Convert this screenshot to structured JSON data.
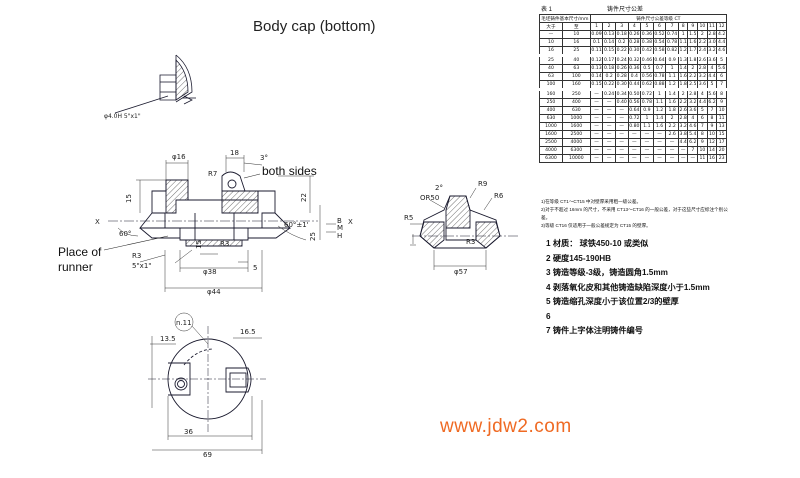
{
  "title": "Body cap (bottom)",
  "callouts": {
    "both_sides": "both sides",
    "place_of_runner": "Place of\nrunner"
  },
  "dims": {
    "phi16": "φ16",
    "d18": "18",
    "deg3": "3°",
    "r7": "R7",
    "d15": "15",
    "d22": "22",
    "x_left": "X",
    "deg60": "60°",
    "r3a": "R3",
    "thread": "5\"x1\"",
    "d15b": "15",
    "r3b": "R3",
    "phi38": "φ38",
    "phi44": "φ44",
    "d5": "5",
    "deg60b": "60°±1'",
    "d25": "25",
    "b_label": "B",
    "m_label": "M",
    "h_label": "H",
    "x_right": "X",
    "top_thread": "φ4.0H 5\"x1\"",
    "n11": "n.11",
    "d13_5": "13.5",
    "d16_5": "16.5",
    "d36": "36",
    "d69": "69",
    "r_side": "R9",
    "r6": "R6",
    "r50": "OR50",
    "r5": "R5",
    "deg2": "2°",
    "r3c": "R3",
    "phi57": "φ57"
  },
  "table": {
    "label": "表 1",
    "caption": "铸件尺寸公差",
    "header_left": "毛坯铸件基本尺寸/mm",
    "header_right": "铸件尺寸公差等级 CT",
    "sub_headers": [
      "大于",
      "至",
      "1",
      "2",
      "3",
      "4",
      "5",
      "6",
      "7",
      "8",
      "9",
      "10",
      "11",
      "12"
    ],
    "rows": [
      [
        "—",
        "10",
        "0.09",
        "0.13",
        "0.18",
        "0.26",
        "0.36",
        "0.52",
        "0.74",
        "1",
        "1.5",
        "2",
        "2.8",
        "4.2"
      ],
      [
        "10",
        "16",
        "0.1",
        "0.14",
        "0.2",
        "0.28",
        "0.38",
        "0.54",
        "0.78",
        "1.1",
        "1.6",
        "2.2",
        "3.0",
        "4.4"
      ],
      [
        "16",
        "25",
        "0.11",
        "0.15",
        "0.22",
        "0.30",
        "0.42",
        "0.58",
        "0.82",
        "1.2",
        "1.7",
        "2.4",
        "3.2",
        "4.6"
      ],
      [
        "25",
        "40",
        "0.12",
        "0.17",
        "0.24",
        "0.32",
        "0.46",
        "0.64",
        "0.9",
        "1.3",
        "1.8",
        "2.6",
        "3.6",
        "5"
      ],
      [
        "40",
        "63",
        "0.13",
        "0.18",
        "0.26",
        "0.36",
        "0.5",
        "0.7",
        "1",
        "1.4",
        "2",
        "2.8",
        "4",
        "5.6"
      ],
      [
        "63",
        "100",
        "0.14",
        "0.2",
        "0.28",
        "0.4",
        "0.56",
        "0.78",
        "1.1",
        "1.6",
        "2.2",
        "3.2",
        "4.4",
        "6"
      ],
      [
        "100",
        "160",
        "0.15",
        "0.22",
        "0.30",
        "0.44",
        "0.62",
        "0.88",
        "1.2",
        "1.8",
        "2.5",
        "3.6",
        "5",
        "7"
      ],
      [
        "160",
        "250",
        "—",
        "0.24",
        "0.34",
        "0.50",
        "0.72",
        "1",
        "1.4",
        "2",
        "2.8",
        "4",
        "5.6",
        "8"
      ],
      [
        "250",
        "400",
        "—",
        "—",
        "0.40",
        "0.56",
        "0.78",
        "1.1",
        "1.6",
        "2.2",
        "3.2",
        "4.4",
        "6.2",
        "9"
      ],
      [
        "400",
        "630",
        "—",
        "—",
        "—",
        "0.64",
        "0.9",
        "1.2",
        "1.8",
        "2.6",
        "3.6",
        "5",
        "7",
        "10"
      ],
      [
        "630",
        "1000",
        "—",
        "—",
        "—",
        "0.72",
        "1",
        "1.4",
        "2",
        "2.8",
        "4",
        "6",
        "8",
        "11"
      ],
      [
        "1000",
        "1600",
        "—",
        "—",
        "—",
        "0.80",
        "1.1",
        "1.6",
        "2.2",
        "3.2",
        "4.6",
        "7",
        "9",
        "13"
      ],
      [
        "1600",
        "2500",
        "—",
        "—",
        "—",
        "—",
        "—",
        "—",
        "2.6",
        "3.8",
        "5.4",
        "8",
        "10",
        "15"
      ],
      [
        "2500",
        "4000",
        "—",
        "—",
        "—",
        "—",
        "—",
        "—",
        "—",
        "4.4",
        "6.2",
        "9",
        "12",
        "17"
      ],
      [
        "4000",
        "6300",
        "—",
        "—",
        "—",
        "—",
        "—",
        "—",
        "—",
        "—",
        "7",
        "10",
        "14",
        "20"
      ],
      [
        "6300",
        "10000",
        "—",
        "—",
        "—",
        "—",
        "—",
        "—",
        "—",
        "—",
        "—",
        "11",
        "16",
        "23"
      ]
    ],
    "notes": [
      "1)在等级 CT1～CT15 中对壁厚采用粗一级公差。",
      "2)对于不超过 16mm 的尺寸，不采用 CT13～CT16 的一般公差，对于这些尺寸应标注个别公差。",
      "3)等级 CT16 仅适用于一般公差规定为 CT15 的壁厚。"
    ]
  },
  "requirements": [
    "1 材质： 球铁450-10 或类似",
    "2 硬度145-190HB",
    "3 铸造等级-3级，铸造圆角1.5mm",
    "4 剥落氧化皮和其他铸造缺陷深度小于1.5mm",
    "5 铸造缩孔深度小于该位置2/3的壁厚",
    "6",
    "7  铸件上字体注明铸件编号"
  ],
  "website": "www.jdw2.com",
  "colors": {
    "website": "#ef6a23",
    "line": "#1a1a2e",
    "hatch": "#333333"
  }
}
